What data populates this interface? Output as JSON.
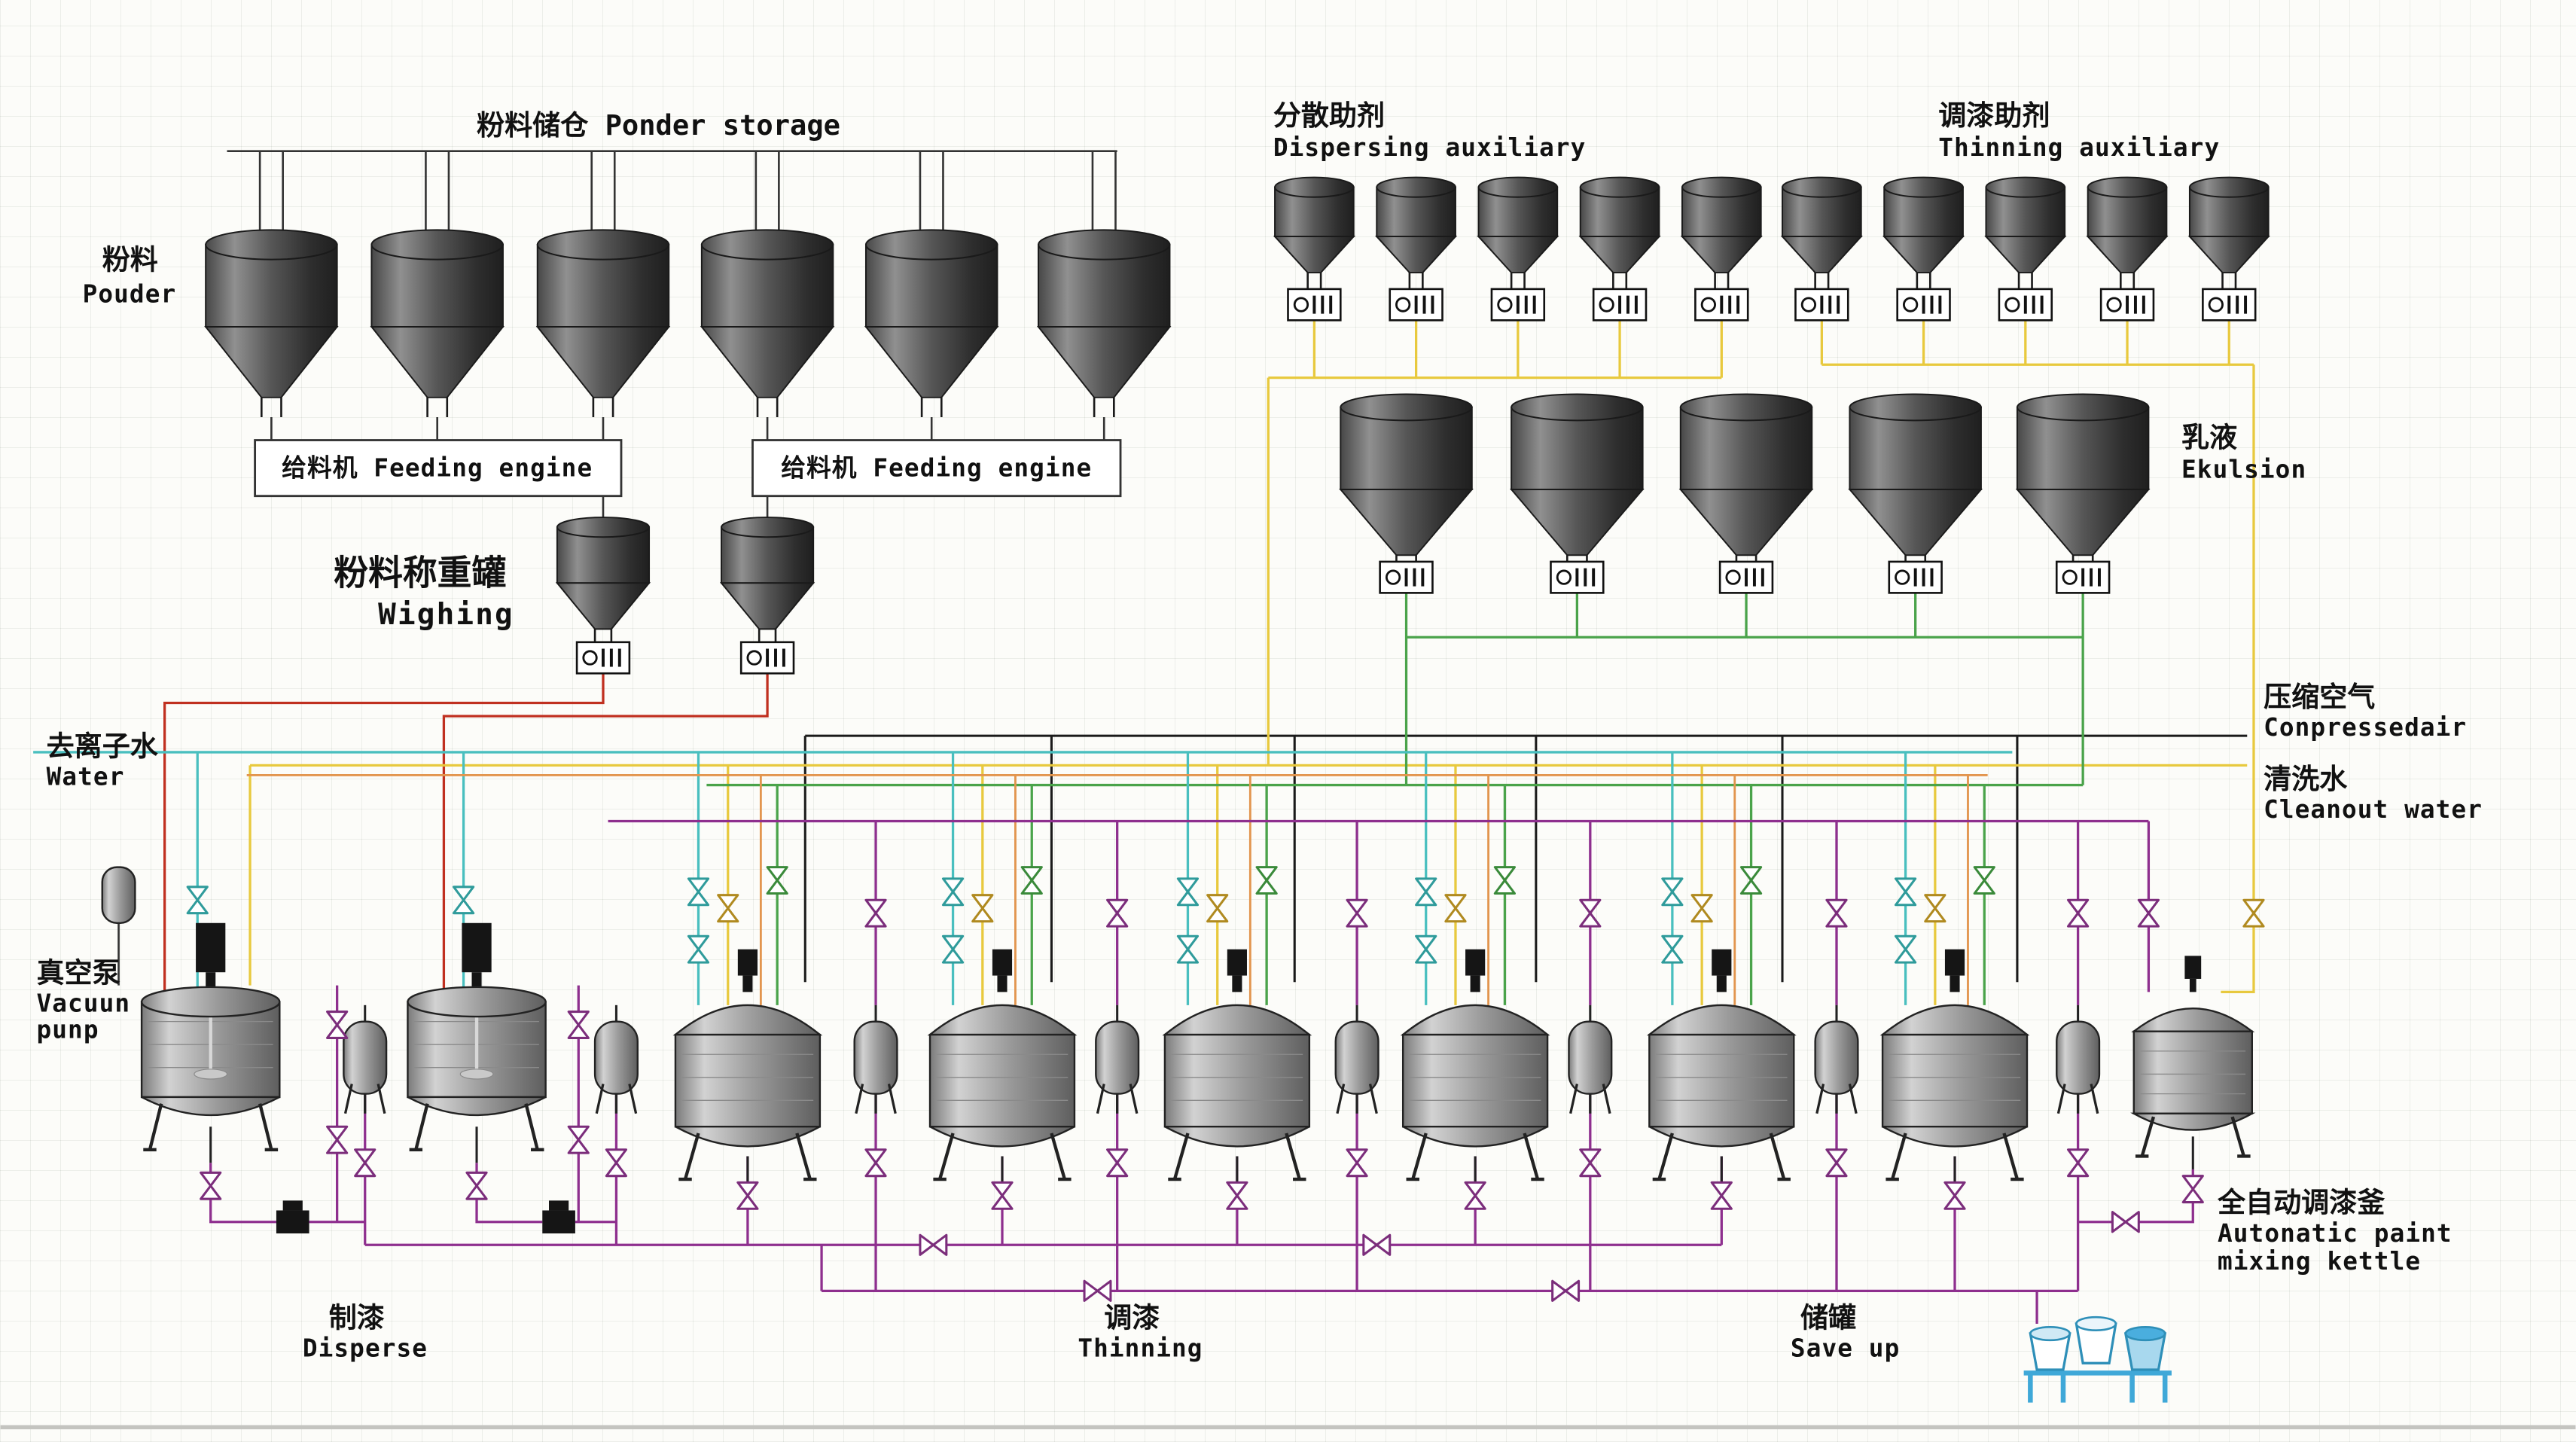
{
  "labels": {
    "powder_storage": "粉料储仓 Ponder storage",
    "powder_cn": "粉料",
    "powder_en": "Pouder",
    "feeding_engine": "给料机 Feeding engine",
    "weighing_cn": "粉料称重罐",
    "weighing_en": "Wighing",
    "dispersing_cn": "分散助剂",
    "dispersing_en": "Dispersing auxiliary",
    "thinning_aux_cn": "调漆助剂",
    "thinning_aux_en": "Thinning auxiliary",
    "emulsion_cn": "乳液",
    "emulsion_en": "Ekulsion",
    "compressed_air_cn": "压缩空气",
    "compressed_air_en": "Conpressedair",
    "cleanout_cn": "清洗水",
    "cleanout_en": "Cleanout water",
    "water_cn": "去离子水",
    "water_en": "Water",
    "vacuum_cn": "真空泵",
    "vacuum_en1": "Vacuun",
    "vacuum_en2": "punp",
    "disperse_cn": "制漆",
    "disperse_en": "Disperse",
    "thinning_cn": "调漆",
    "thinning_en": "Thinning",
    "saveup_cn": "储罐",
    "saveup_en": "Save up",
    "kettle_cn": "全自动调漆釜",
    "kettle_en1": "Autonatic paint",
    "kettle_en2": "mixing kettle"
  },
  "colors": {
    "powder_line": "#c03020",
    "auxiliary_line": "#e8c93e",
    "emulsion_line": "#4aa34a",
    "water_line": "#49bfbf",
    "solvent_line": "#e2954e",
    "process_line": "#8e2f8e",
    "air_line": "#1a1a1a",
    "cup_blue": "#3fa8d8"
  }
}
